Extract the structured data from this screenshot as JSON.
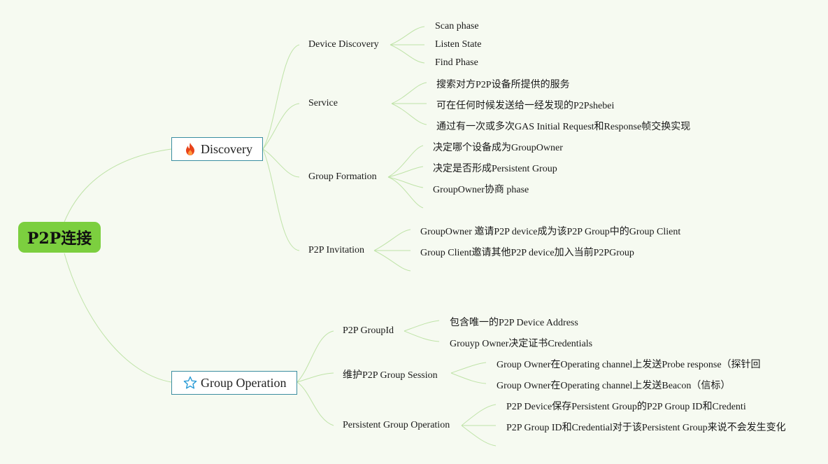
{
  "root": {
    "label": "P2P连接"
  },
  "discovery": {
    "label": "Discovery",
    "icon": "fire-icon",
    "icon_color": "#e8431a",
    "device_discovery": {
      "label": "Device Discovery",
      "items": [
        "Scan phase",
        "Listen State",
        "Find Phase"
      ]
    },
    "service": {
      "label": "Service",
      "items": [
        "搜索对方P2P设备所提供的服务",
        "可在任何时候发送给一经发现的P2Pshebei",
        "通过有一次或多次GAS Initial Request和Response帧交换实现"
      ]
    },
    "group_formation": {
      "label": "Group Formation",
      "items": [
        "决定哪个设备成为GroupOwner",
        "决定是否形成Persistent Group",
        "GroupOwner协商 phase"
      ]
    },
    "p2p_invitation": {
      "label": "P2P Invitation",
      "items": [
        "GroupOwner 邀请P2P device成为该P2P Group中的Group Client",
        "Group Client邀请其他P2P device加入当前P2PGroup"
      ]
    }
  },
  "group_operation": {
    "label": "Group Operation",
    "icon": "star-icon",
    "icon_color": "#2a9bd6",
    "p2p_groupid": {
      "label": "P2P GroupId",
      "items": [
        "包含唯一的P2P Device Address",
        "Grouyp Owner决定证书Credentials"
      ]
    },
    "session": {
      "label": "维护P2P Group Session",
      "items": [
        "Group Owner在Operating channel上发送Probe response（探针回",
        "Group Owner在Operating channel上发送Beacon（信标）"
      ]
    },
    "persistent": {
      "label": "Persistent Group Operation",
      "items": [
        "P2P Device保存Persistent Group的P2P Group ID和Credenti",
        "P2P Group ID和Credential对于该Persistent Group来说不会发生变化"
      ]
    }
  },
  "colors": {
    "background": "#f6faf1",
    "root_fill": "#7ccf3f",
    "connector": "#bfe3a8",
    "topic_border": "#3a8da0"
  }
}
